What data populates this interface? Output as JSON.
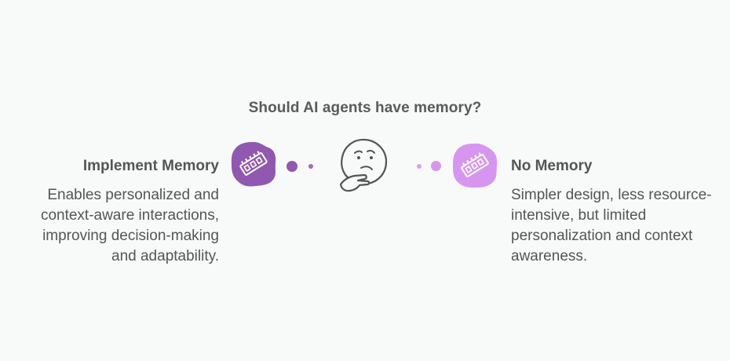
{
  "question": "Should AI agents have memory?",
  "left_option": {
    "title": "Implement Memory",
    "description": "Enables personalized and context-aware interactions, improving decision-making and adaptability.",
    "color": "#9058b0",
    "icon": "memory-chip-icon"
  },
  "right_option": {
    "title": "No Memory",
    "description": "Simpler design, less resource-intensive, but limited personalization and context awareness.",
    "color": "#d696ef",
    "icon": "memory-chip-icon"
  },
  "center_icon": "thinking-face-icon"
}
